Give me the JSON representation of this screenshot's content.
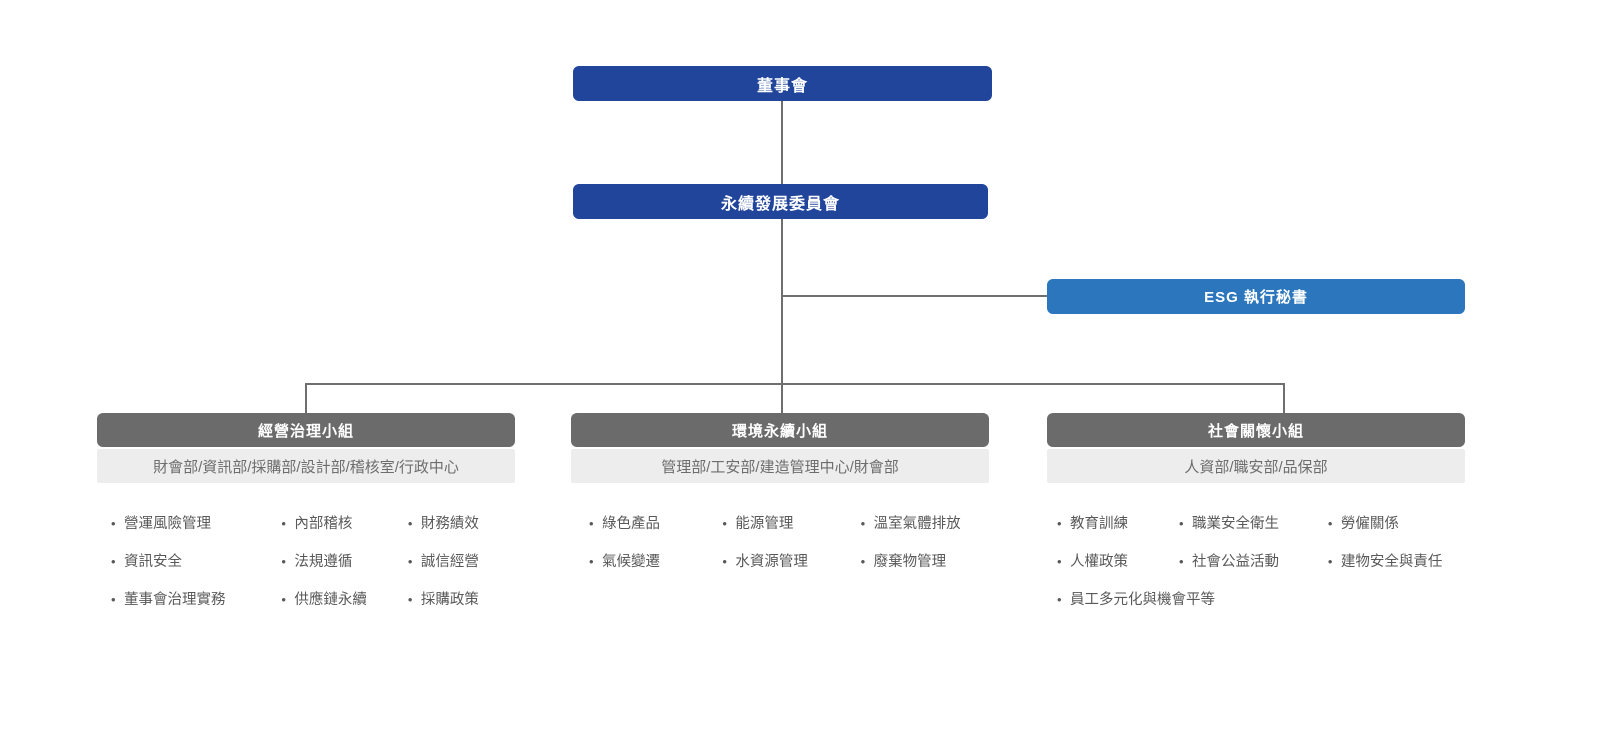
{
  "colors": {
    "primary_dark_blue": "#21459B",
    "secondary_blue": "#2B76BC",
    "group_header_gray": "#6B6B6B",
    "group_subtitle_bg": "#EDEDED",
    "connector_gray": "#6F6F6F",
    "body_text": "#595959"
  },
  "nodes": {
    "board": "董事會",
    "committee": "永續發展委員會",
    "secretary": "ESG 執行秘書"
  },
  "groups": [
    {
      "key": "governance",
      "title": "經營治理小組",
      "departments": "財會部/資訊部/採購部/設計部/稽核室/行政中心",
      "columns": [
        [
          "營運風險管理",
          "資訊安全",
          "董事會治理實務"
        ],
        [
          "內部稽核",
          "法規遵循",
          "供應鏈永續"
        ],
        [
          "財務績效",
          "誠信經營",
          "採購政策"
        ]
      ]
    },
    {
      "key": "environment",
      "title": "環境永續小組",
      "departments": "管理部/工安部/建造管理中心/財會部",
      "columns": [
        [
          "綠色產品",
          "氣候變遷"
        ],
        [
          "能源管理",
          "水資源管理"
        ],
        [
          "溫室氣體排放",
          "廢棄物管理"
        ]
      ]
    },
    {
      "key": "social",
      "title": "社會關懷小組",
      "departments": "人資部/職安部/品保部",
      "columns": [
        [
          "教育訓練",
          "人權政策",
          "員工多元化與機會平等"
        ],
        [
          "職業安全衛生",
          "社會公益活動"
        ],
        [
          "勞僱關係",
          "建物安全與責任"
        ]
      ]
    }
  ]
}
